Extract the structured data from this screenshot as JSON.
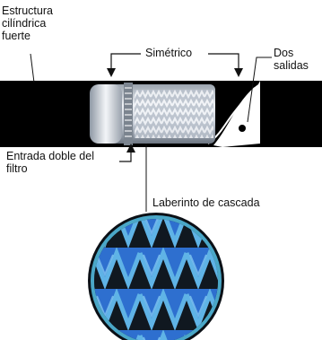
{
  "labels": {
    "structure": [
      "Estructura",
      "cilíndrica",
      "fuerte"
    ],
    "symmetric": "Simétrico",
    "outputs": [
      "Dos",
      "salidas"
    ],
    "inlet": [
      "Entrada doble del",
      "filtro"
    ],
    "labyrinth": "Laberinto de cascada"
  },
  "colors": {
    "tube": "#000000",
    "filter_light": "#d9dee6",
    "mesh_blue": "#2f6bc9",
    "mesh_cyan": "#58b7cf"
  },
  "icons": [
    "arrow-down-icon",
    "arrow-up-icon",
    "zoom-circle-icon"
  ]
}
